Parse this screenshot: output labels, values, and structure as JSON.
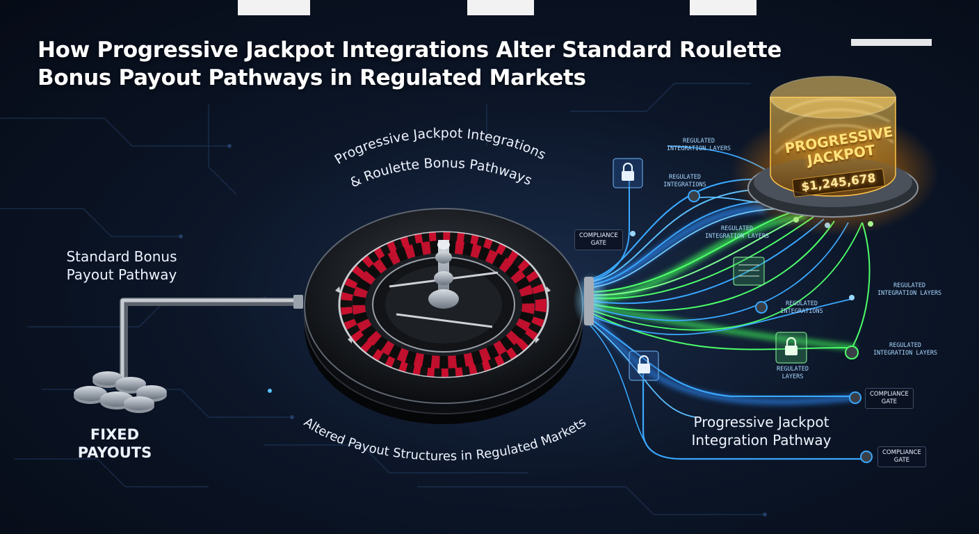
{
  "title": {
    "line1": "How Progressive Jackpot Integrations Alter Standard Roulette",
    "line2": "Bonus Payout Pathways in Regulated Markets"
  },
  "left": {
    "pathway_line1": "Standard Bonus",
    "pathway_line2": "Payout Pathway",
    "fixed_line1": "FIXED",
    "fixed_line2": "PAYOUTS"
  },
  "wheel": {
    "arc_top": "Progressive Jackpot Integrations",
    "arc_top2": "& Roulette Bonus Pathways",
    "arc_bottom": "Altered Payout Structures in Regulated Markets"
  },
  "jackpot": {
    "title_line1": "PROGRESSIVE",
    "title_line2": "JACKPOT",
    "amount": "$1,245,678"
  },
  "labels": {
    "integration_layers_top": [
      "REGULATED",
      "INTEGRATION LAYERS"
    ],
    "integrations_top": [
      "REGULATED",
      "INTEGRATIONS"
    ],
    "integration_layers_mid": [
      "REGULATED",
      "INTEGRATION LAYERS"
    ],
    "integrations_mid": [
      "REGULATED",
      "INTEGRATIONS"
    ],
    "layers_low": [
      "REGULATED",
      "LAYERS"
    ],
    "integration_layers_right1": [
      "REGULATED",
      "INTEGRATION LAYERS"
    ],
    "integration_layers_right2": [
      "REGULATED",
      "INTEGRATION LAYERS"
    ]
  },
  "gates": {
    "left": [
      "COMPLIANCE",
      "GATE"
    ],
    "right1": [
      "COMPLIANCE",
      "GATE"
    ],
    "right2": [
      "COMPLIANCE",
      "GATE"
    ]
  },
  "right": {
    "pathway_line1": "Progressive Jackpot",
    "pathway_line2": "Integration Pathway"
  },
  "colors": {
    "blue_path": "#3aa8ff",
    "green_path": "#4dff6a",
    "gold": "#ffb020",
    "wheel_red": "#c8102e",
    "wheel_black": "#111111",
    "wheel_green": "#138a3e"
  },
  "icons": [
    "lock-icon",
    "coin-icon"
  ]
}
